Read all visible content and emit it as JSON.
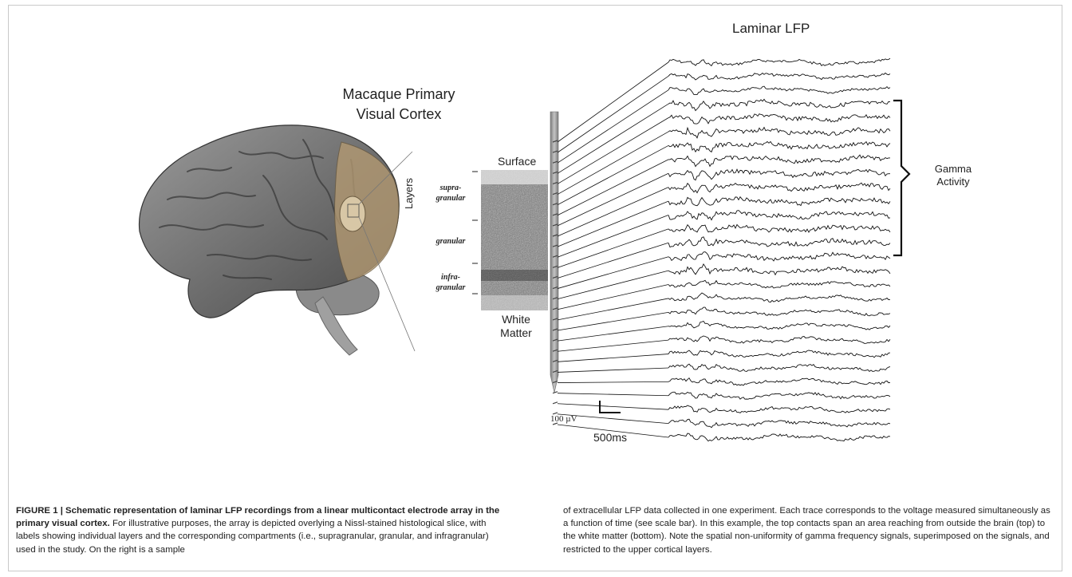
{
  "figure": {
    "title": "Laminar LFP",
    "cortex_title_line1": "Macaque Primary",
    "cortex_title_line2": "Visual Cortex",
    "axis_label": "Layers",
    "surface_label": "Surface",
    "white_matter_line1": "White",
    "white_matter_line2": "Matter",
    "layers": {
      "supra_line1": "supra-",
      "supra_line2": "granular",
      "granular": "granular",
      "infra_line1": "infra-",
      "infra_line2": "granular"
    },
    "gamma_line1": "Gamma",
    "gamma_line2": "Activity",
    "scale_voltage": "100 µV",
    "scale_time": "500ms",
    "colors": {
      "brain": "#6b6b6b",
      "visual_cortex_highlight": "#b49a72",
      "electrode": "#9a9a9a",
      "trace": "#111111"
    },
    "trace_count": 28
  },
  "caption": {
    "heading": "FIGURE 1 | Schematic representation of laminar LFP recordings from a linear multicontact electrode array in the primary visual cortex.",
    "left_body": "For illustrative purposes, the array is depicted overlying a Nissl-stained histological slice, with labels showing individual layers and the corresponding compartments (i.e., supragranular, granular, and infragranular) used in the study. On the right is a sample",
    "right_body": "of extracellular LFP data collected in one experiment. Each trace corresponds to the voltage measured simultaneously as a function of time (see scale bar). In this example, the top contacts span an area reaching from outside the brain (top) to the white matter (bottom). Note the spatial non-uniformity of gamma frequency signals, superimposed on the signals, and restricted to the upper cortical layers."
  }
}
